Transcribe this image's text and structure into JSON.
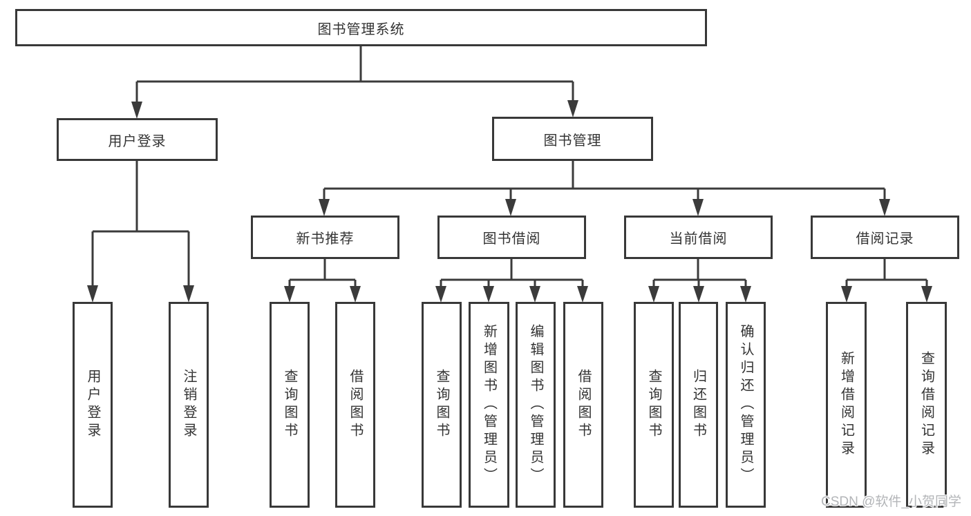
{
  "tree": {
    "root": "图书管理系统",
    "children": [
      {
        "label": "用户登录",
        "children": [
          "用户登录",
          "注销登录"
        ]
      },
      {
        "label": "图书管理",
        "children": [
          {
            "label": "新书推荐",
            "children": [
              "查询图书",
              "借阅图书"
            ]
          },
          {
            "label": "图书借阅",
            "children": [
              "查询图书",
              "新增图书（管理员）",
              "编辑图书（管理员）",
              "借阅图书"
            ]
          },
          {
            "label": "当前借阅",
            "children": [
              "查询图书",
              "归还图书",
              "确认归还（管理员）"
            ]
          },
          {
            "label": "借阅记录",
            "children": [
              "新增借阅记录",
              "查询借阅记录"
            ]
          }
        ]
      }
    ]
  },
  "watermark": {
    "text": "CSDN @软件_小贺同学"
  },
  "colors": {
    "line": "#3b3b3b",
    "box_border": "#383838",
    "text": "#333333",
    "background": "#ffffff",
    "watermark": "#b3b5b8"
  }
}
